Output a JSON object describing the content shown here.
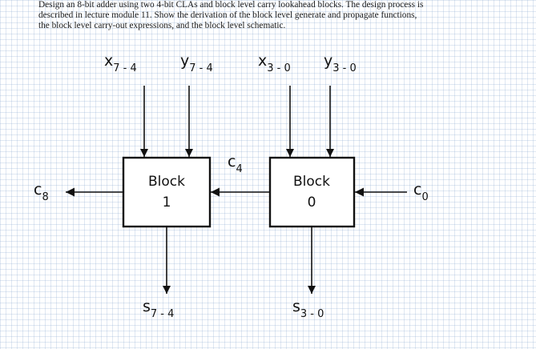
{
  "question": {
    "lines": [
      "Design an 8-bit adder using two 4-bit CLAs and block level carry lookahead blocks.  The design process is",
      "described in lecture module 11.  Show the derivation of the block level generate and propagate functions,",
      "the block level carry-out expressions, and the block level schematic."
    ]
  },
  "diagram": {
    "inputs": {
      "x_hi": {
        "main": "x",
        "sub": "7 - 4"
      },
      "y_hi": {
        "main": "y",
        "sub": "7 - 4"
      },
      "x_lo": {
        "main": "x",
        "sub": "3 - 0"
      },
      "y_lo": {
        "main": "y",
        "sub": "3 - 0"
      }
    },
    "blocks": [
      {
        "line1": "Block",
        "line2": "1"
      },
      {
        "line1": "Block",
        "line2": "0"
      }
    ],
    "carries": {
      "c8": {
        "main": "c",
        "sub": "8"
      },
      "c4": {
        "main": "c",
        "sub": "4"
      },
      "c0": {
        "main": "c",
        "sub": "0"
      }
    },
    "outputs": {
      "s_hi": {
        "main": "s",
        "sub": "7 - 4"
      },
      "s_lo": {
        "main": "s",
        "sub": "3 - 0"
      }
    }
  }
}
